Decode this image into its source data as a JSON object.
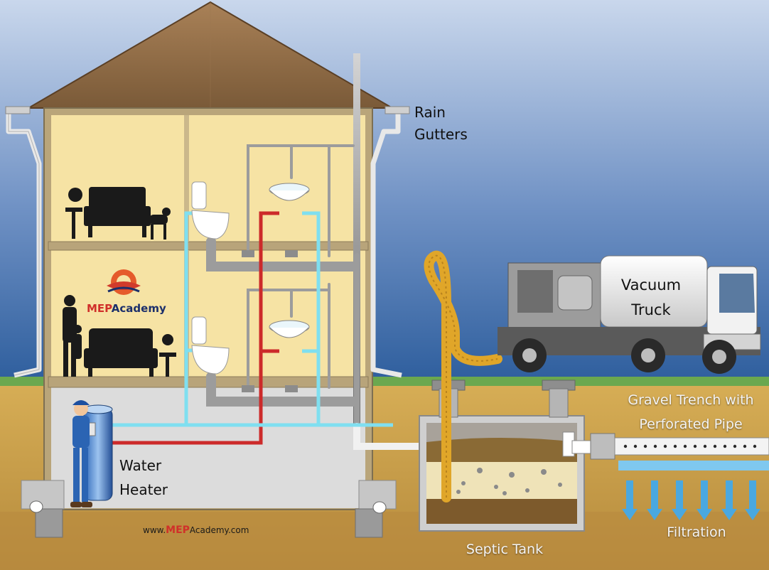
{
  "labels": {
    "rain_gutters_line1": "Rain",
    "rain_gutters_line2": "Gutters",
    "water_heater_line1": "Water",
    "water_heater_line2": "Heater",
    "vacuum_truck_line1": "Vacuum",
    "vacuum_truck_line2": "Truck",
    "gravel_trench_line1": "Gravel Trench with",
    "gravel_trench_line2": "Perforated Pipe",
    "septic_tank": "Septic Tank",
    "filtration": "Filtration"
  },
  "branding": {
    "logo_mep": "MEP",
    "logo_academy": "Academy",
    "url_prefix": "www.",
    "url_mep": "MEP",
    "url_suffix": "Academy.com"
  },
  "colors": {
    "sky_top": "#c9d7ec",
    "sky_bottom": "#2f5f9e",
    "roof": "#8b6845",
    "interior": "#f6e3a4",
    "basement": "#dcdcdc",
    "hot_pipe": "#cc2a2a",
    "cold_pipe": "#7fdff0",
    "drain_pipe": "#a7a7a7",
    "grass": "#6aa84f",
    "soil": "#c49a45",
    "hose": "#e0a629",
    "truck_tank": "#eeeeee",
    "filtration_arrow": "#4aa8e0"
  }
}
